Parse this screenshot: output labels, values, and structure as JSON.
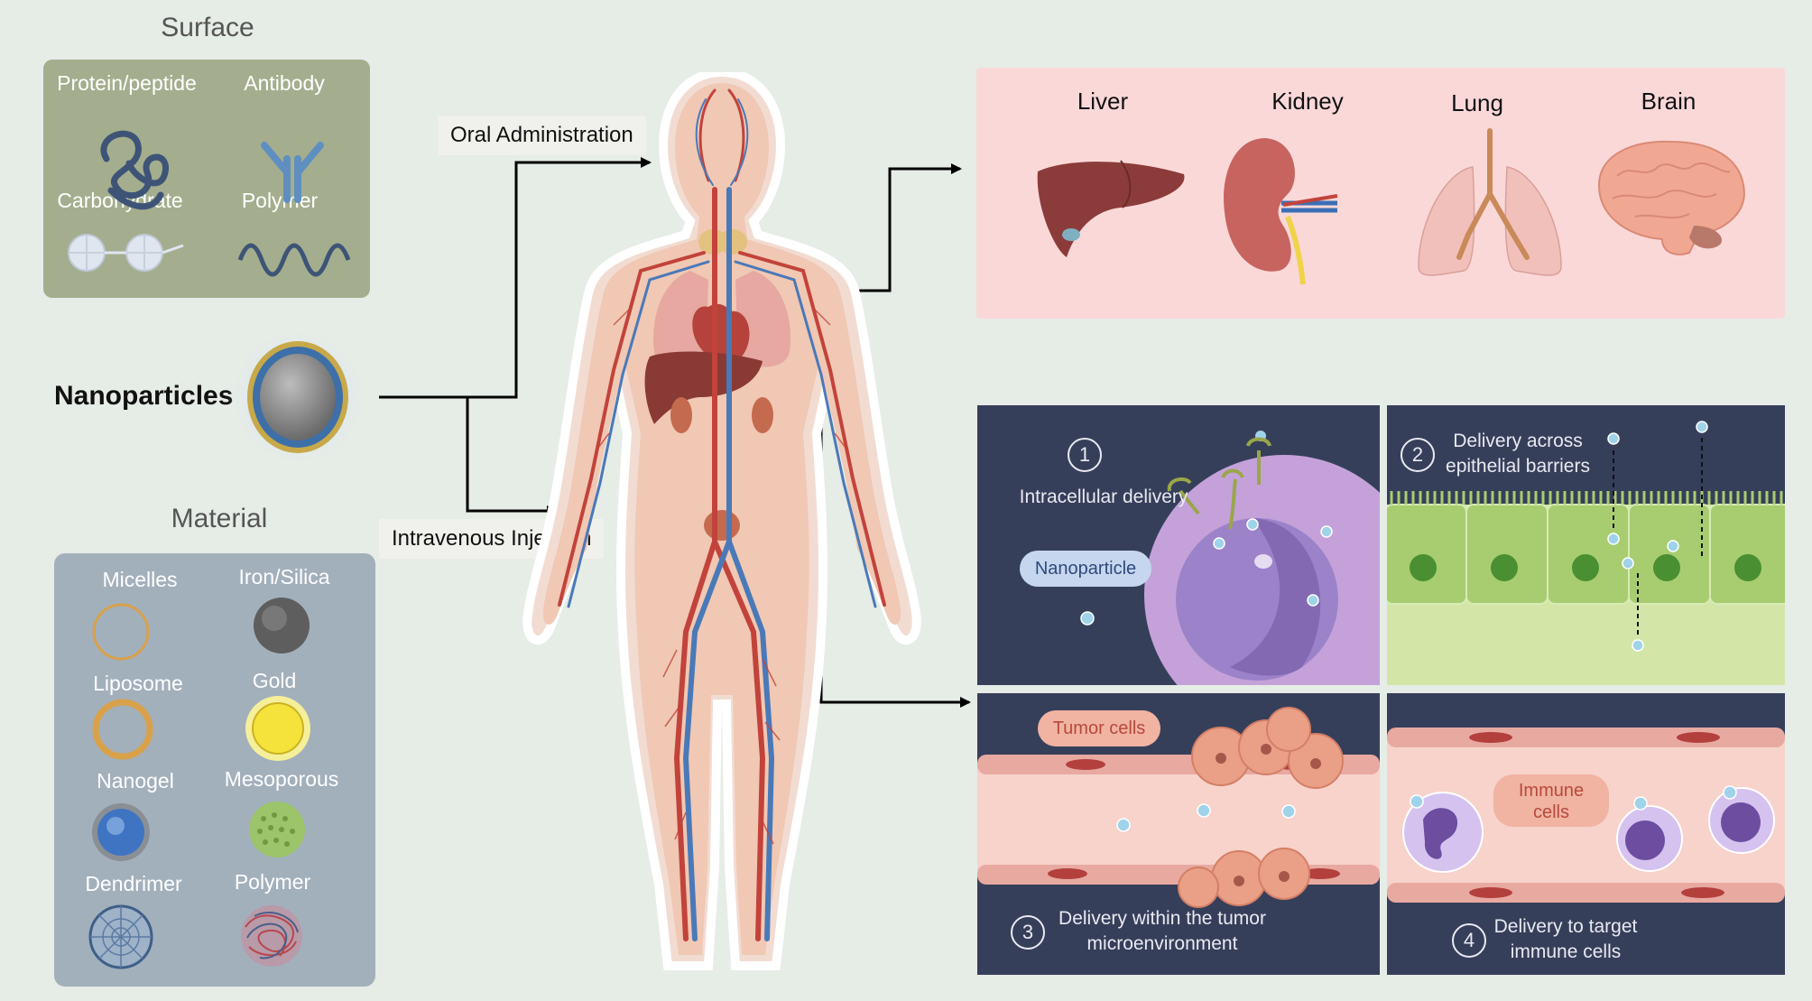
{
  "surface": {
    "title": "Surface",
    "items": [
      "Protein/peptide",
      "Antibody",
      "Carbohydrate",
      "Polymer"
    ]
  },
  "nanoparticles_label": "Nanoparticles",
  "material": {
    "title": "Material",
    "items": [
      "Micelles",
      "Iron/Silica",
      "Liposome",
      "Gold",
      "Nanogel",
      "Mesoporous",
      "Dendrimer",
      "Polymer"
    ]
  },
  "routes": {
    "oral": "Oral Administration",
    "iv": "Intravenous Injection"
  },
  "organs": [
    "Liver",
    "Kidney",
    "Lung",
    "Brain"
  ],
  "delivery": {
    "d1": {
      "num": "1",
      "label": "Intracellular delivery",
      "np_badge": "Nanoparticle"
    },
    "d2": {
      "num": "2",
      "label_line1": "Delivery across",
      "label_line2": "epithelial barriers"
    },
    "d3": {
      "num": "3",
      "label_line1": "Delivery within the tumor",
      "label_line2": "microenvironment",
      "badge": "Tumor cells"
    },
    "d4": {
      "num": "4",
      "label_line1": "Delivery to target",
      "label_line2": "immune cells",
      "badge_line1": "Immune",
      "badge_line2": "cells"
    }
  },
  "colors": {
    "background": "#e6ece6",
    "surface_box": "#a4ae8e",
    "material_box": "#a2b0bc",
    "organ_panel": "#fad8d8",
    "dark_panel": "#363f5a",
    "epithelium": "#cfe3a8"
  }
}
